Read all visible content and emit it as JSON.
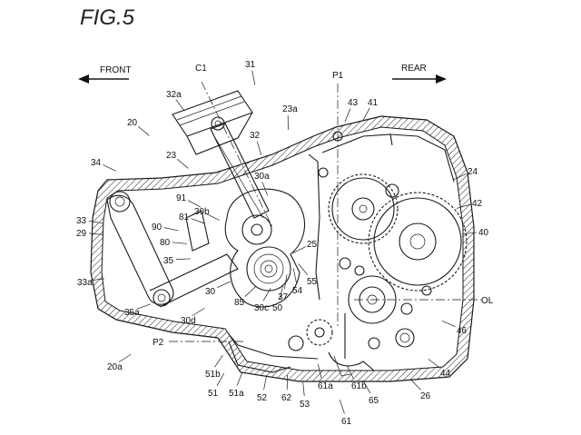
{
  "figure": {
    "title": "FIG.5",
    "directions": {
      "front": "FRONT",
      "rear": "REAR"
    },
    "axis_labels": [
      "C1",
      "P1",
      "P2",
      "OL"
    ],
    "callouts": [
      "31",
      "32a",
      "32",
      "23a",
      "20",
      "34",
      "23",
      "30a",
      "24",
      "43",
      "41",
      "42",
      "40",
      "33",
      "29",
      "91",
      "30b",
      "90",
      "81",
      "80",
      "35",
      "25",
      "33a",
      "30",
      "85",
      "37",
      "55",
      "54",
      "50",
      "30c",
      "35a",
      "30d",
      "46",
      "44",
      "20a",
      "51b",
      "51",
      "51a",
      "52",
      "62",
      "53",
      "61a",
      "61b",
      "65",
      "61",
      "26"
    ]
  },
  "colors": {
    "ink": "#1a1a1a",
    "paper": "#ffffff"
  }
}
